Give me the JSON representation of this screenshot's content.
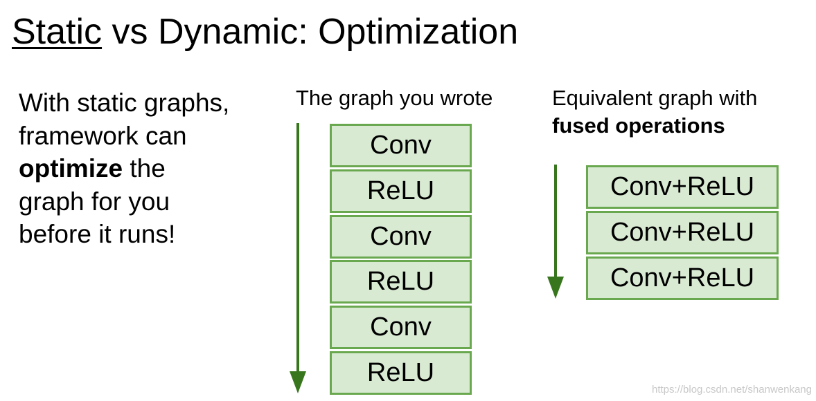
{
  "title": {
    "underlined": "Static",
    "rest": " vs Dynamic: Optimization"
  },
  "intro": {
    "line1": "With static graphs,",
    "line2": "framework can",
    "bold": "optimize",
    "line3_rest": " the",
    "line4": "graph for you",
    "line5": "before it runs!"
  },
  "left_column": {
    "heading": "The graph you wrote",
    "nodes": [
      "Conv",
      "ReLU",
      "Conv",
      "ReLU",
      "Conv",
      "ReLU"
    ]
  },
  "right_column": {
    "heading_line1": "Equivalent graph with",
    "heading_bold": "fused operations",
    "nodes": [
      "Conv+ReLU",
      "Conv+ReLU",
      "Conv+ReLU"
    ]
  },
  "colors": {
    "node_fill": "#d9ead3",
    "node_border": "#6aa84f",
    "arrow": "#38761d"
  },
  "watermark": "https://blog.csdn.net/shanwenkang"
}
